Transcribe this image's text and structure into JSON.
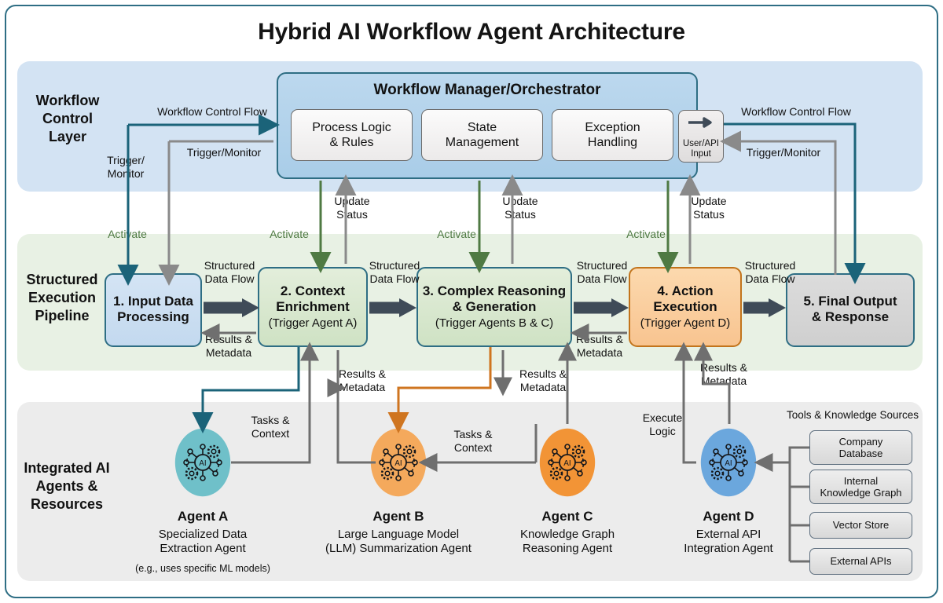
{
  "title": "Hybrid AI Workflow Agent Architecture",
  "colors": {
    "control_band": "#d3e3f3",
    "pipeline_band": "#e8f1e4",
    "agents_band": "#ececec",
    "frame_border": "#2e6e84",
    "control_flow_arrow": "#1b6379",
    "trigger_monitor_arrow": "#8a8a8a",
    "activate_arrow": "#4f7a43",
    "data_flow_arrow": "#3f4b58",
    "agent_b_arrow": "#cf7520",
    "agent_a": "#6fc0c9",
    "agent_b": "#f4a95c",
    "agent_c": "#f29436",
    "agent_d": "#6ba7dd",
    "action_box": "#f8c490"
  },
  "layers": {
    "control": {
      "label": "Workflow\nControl\nLayer"
    },
    "pipeline": {
      "label": "Structured\nExecution\nPipeline"
    },
    "agents": {
      "label": "Integrated AI\nAgents &\nResources"
    }
  },
  "orchestrator": {
    "title": "Workflow Manager/Orchestrator",
    "modules": [
      {
        "line1": "Process Logic",
        "line2": "& Rules"
      },
      {
        "line1": "State",
        "line2": "Management"
      },
      {
        "line1": "Exception",
        "line2": "Handling"
      }
    ],
    "user_api": {
      "line1": "User/API",
      "line2": "Input",
      "icon": "arrow-right-icon"
    }
  },
  "pipeline_steps": [
    {
      "main": "1. Input Data\nProcessing",
      "sub": ""
    },
    {
      "main": "2. Context\nEnrichment",
      "sub": "(Trigger Agent A)"
    },
    {
      "main": "3. Complex Reasoning\n& Generation",
      "sub": "(Trigger Agents B & C)"
    },
    {
      "main": "4. Action\nExecution",
      "sub": "(Trigger Agent D)"
    },
    {
      "main": "5. Final Output\n& Response",
      "sub": ""
    }
  ],
  "agents": [
    {
      "id": "A",
      "name": "Agent A",
      "desc": "Specialized Data\nExtraction Agent",
      "note": "(e.g., uses specific ML models)",
      "color": "#6fc0c9",
      "icon": "ai-network-icon"
    },
    {
      "id": "B",
      "name": "Agent B",
      "desc": "Large Language Model\n(LLM) Summarization Agent",
      "note": "",
      "color": "#f4a95c",
      "icon": "ai-network-icon"
    },
    {
      "id": "C",
      "name": "Agent C",
      "desc": "Knowledge Graph\nReasoning Agent",
      "note": "",
      "color": "#f29436",
      "icon": "ai-network-icon"
    },
    {
      "id": "D",
      "name": "Agent D",
      "desc": "External API\nIntegration Agent",
      "note": "",
      "color": "#6ba7dd",
      "icon": "ai-network-icon"
    }
  ],
  "tools": {
    "title": "Tools & Knowledge Sources",
    "items": [
      {
        "line1": "Company",
        "line2": "Database"
      },
      {
        "line1": "Internal",
        "line2": "Knowledge Graph"
      },
      {
        "line1": "Vector Store",
        "line2": ""
      },
      {
        "line1": "External APIs",
        "line2": ""
      }
    ]
  },
  "flow_labels": {
    "workflow_control_flow_left": "Workflow Control Flow",
    "workflow_control_flow_right": "Workflow Control Flow",
    "trigger_monitor_left_outer": "Trigger/\nMonitor",
    "trigger_monitor_left_inner": "Trigger/Monitor",
    "trigger_monitor_right": "Trigger/Monitor",
    "update_status": "Update\nStatus",
    "activate": "Activate",
    "structured_data_flow": "Structured\nData Flow",
    "results_metadata": "Results &\nMetadata",
    "tasks_context": "Tasks &\nContext",
    "execute_logic": "Execute\nLogic"
  }
}
